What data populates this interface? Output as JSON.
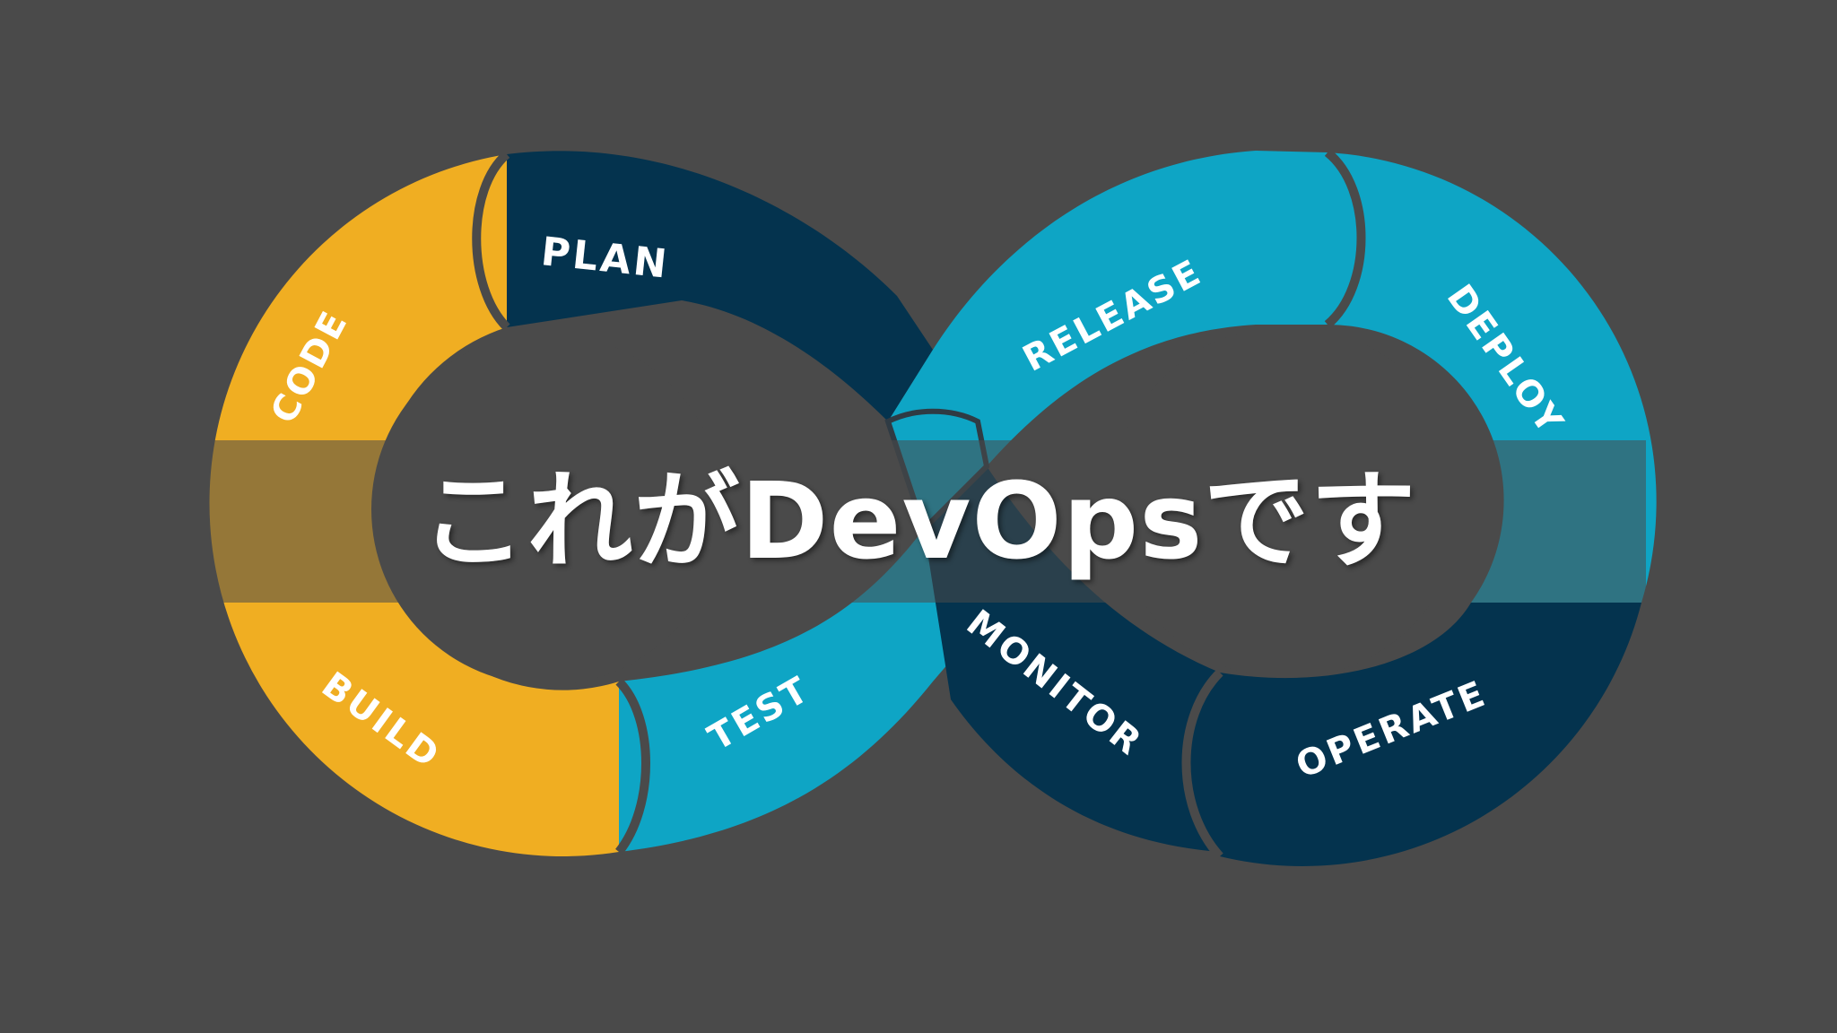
{
  "title": "これがDevOpsです",
  "stages": {
    "plan": "PLAN",
    "code": "CODE",
    "build": "BUILD",
    "test": "TEST",
    "release": "RELEASE",
    "deploy": "DEPLOY",
    "operate": "OPERATE",
    "monitor": "MONITOR"
  },
  "colors": {
    "background": "#4a4a4a",
    "yellow": "#f0ae22",
    "navy": "#04334e",
    "cyan": "#0ea5c5",
    "band": "#4a4a4a"
  }
}
